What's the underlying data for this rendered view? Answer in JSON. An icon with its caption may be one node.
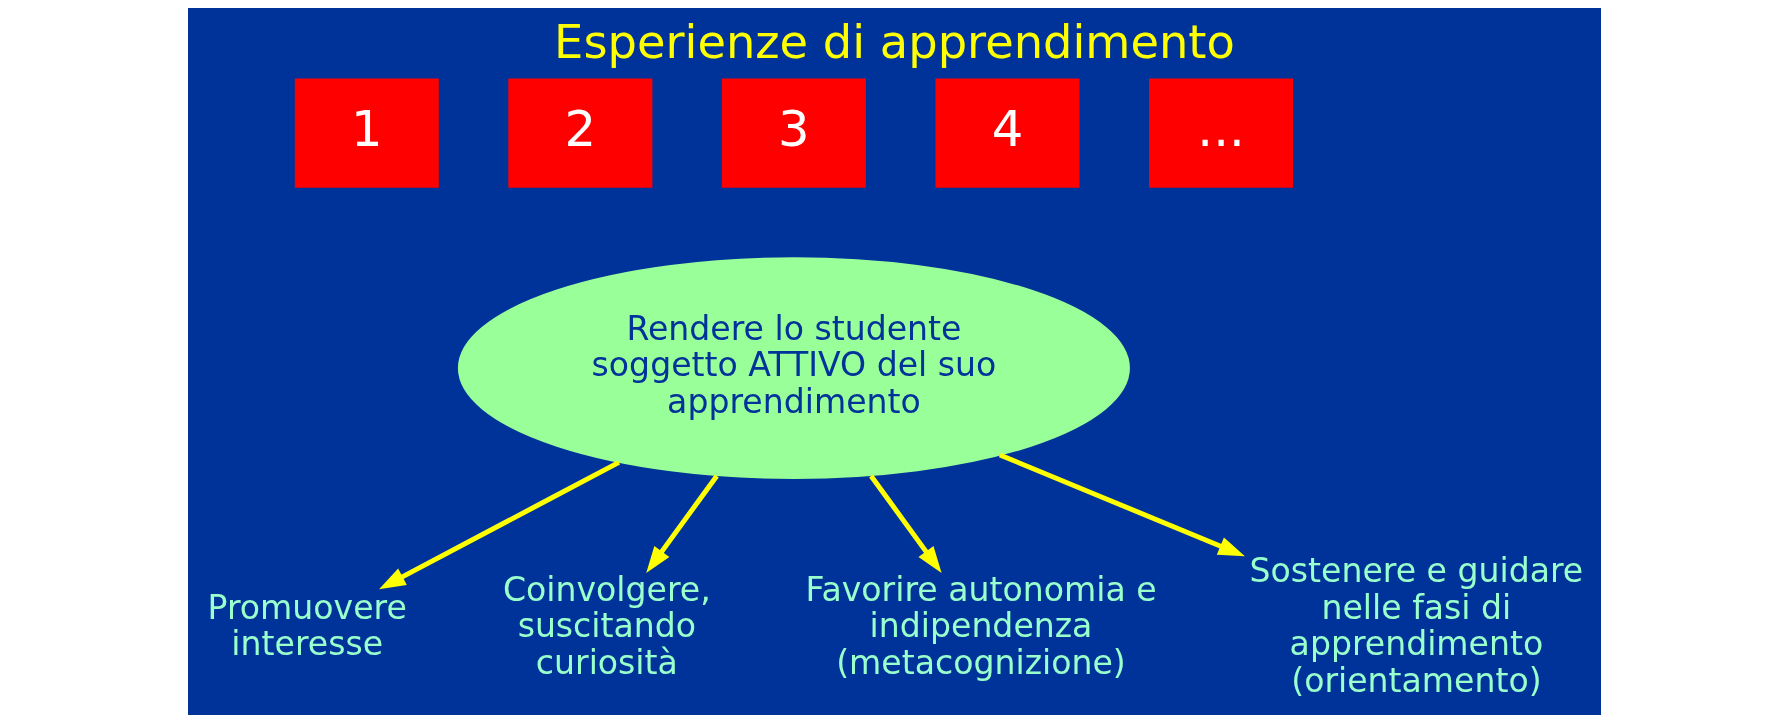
{
  "diagram": {
    "title": "Esperienze di apprendimento",
    "nodes": [
      {
        "text": [
          "1"
        ]
      },
      {
        "text": [
          "2"
        ]
      },
      {
        "text": [
          "3"
        ]
      },
      {
        "text": [
          "4"
        ]
      },
      {
        "text": [
          "..."
        ]
      },
      {
        "text": [
          "Rendere lo studente soggetto ATTIVO del suo apprendimento"
        ]
      },
      {
        "text": [
          "Promuovere interesse"
        ]
      },
      {
        "text": [
          "Coinvolgere, suscitando curiosità"
        ]
      },
      {
        "text": [
          "Favorire autonomia e indipendenza (metacognizione)"
        ]
      },
      {
        "text": [
          "Sostenere e guidare nelle fasi di apprendimento (orientamento)"
        ]
      }
    ],
    "edges": [
      {
        "from": 5,
        "to": 6,
        "arrow": "to"
      },
      {
        "from": 5,
        "to": 7,
        "arrow": "to"
      },
      {
        "from": 5,
        "to": 8,
        "arrow": "to"
      },
      {
        "from": 5,
        "to": 9,
        "arrow": "to"
      }
    ]
  }
}
